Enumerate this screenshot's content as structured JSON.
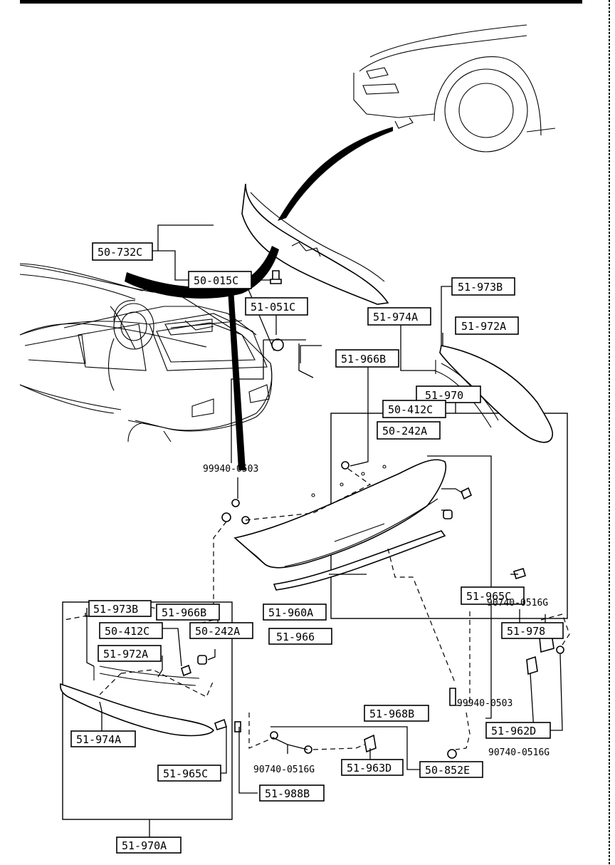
{
  "labels": {
    "l_50_732C": "50-732C",
    "l_50_015C": "50-015C",
    "l_51_051C": "51-051C",
    "l_51_970": "51-970",
    "l_51_973B_r": "51-973B",
    "l_51_974A_r": "51-974A",
    "l_51_972A_r": "51-972A",
    "l_51_966B_r": "51-966B",
    "l_50_412C_r": "50-412C",
    "l_50_242A_r": "50-242A",
    "l_51_965C_r": "51-965C",
    "l_51_960A": "51-960A",
    "l_51_966": "51-966",
    "l_51_968B": "51-968B",
    "l_51_962D": "51-962D",
    "l_50_852E": "50-852E",
    "l_51_963D": "51-963D",
    "l_51_988B": "51-988B",
    "l_51_978": "51-978",
    "l_51_973B_l": "51-973B",
    "l_51_966B_l": "51-966B",
    "l_50_412C_l": "50-412C",
    "l_50_242A_l": "50-242A",
    "l_51_972A_l": "51-972A",
    "l_51_974A_l": "51-974A",
    "l_51_965C_l": "51-965C",
    "l_51_970A": "51-970A"
  },
  "plain": {
    "p_99940_top": "99940-0503",
    "p_90740_top": "90740-0516G",
    "p_99940_mid": "99940-0503",
    "p_90740_right": "90740-0516G",
    "p_90740_bot": "90740-0516G"
  }
}
